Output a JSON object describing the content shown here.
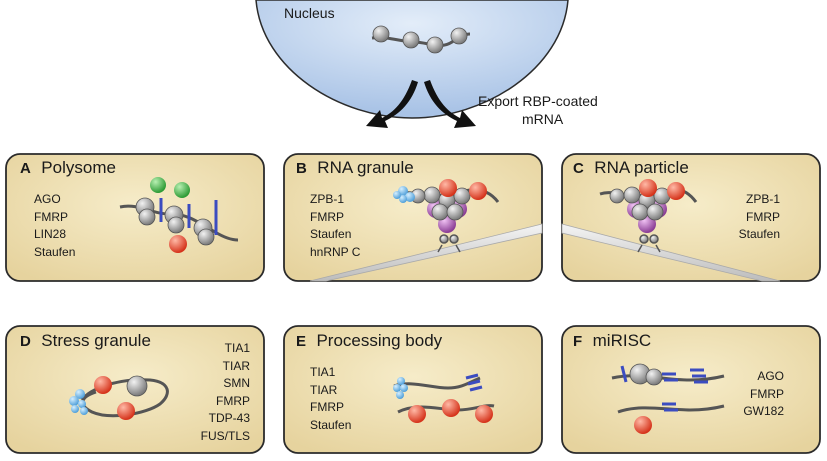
{
  "nucleus": {
    "label": "Nucleus"
  },
  "export": {
    "label_line1": "Export RBP-coated",
    "label_line2": "mRNA"
  },
  "panels": [
    {
      "letter": "A",
      "title": "Polysome",
      "proteins": [
        "AGO",
        "FMRP",
        "LIN28",
        "Staufen"
      ]
    },
    {
      "letter": "B",
      "title": "RNA granule",
      "proteins": [
        "ZPB-1",
        "FMRP",
        "Staufen",
        "hnRNP C"
      ]
    },
    {
      "letter": "C",
      "title": "RNA particle",
      "proteins": [
        "ZPB-1",
        "FMRP",
        "Staufen"
      ]
    },
    {
      "letter": "D",
      "title": "Stress granule",
      "proteins": [
        "TIA1",
        "TIAR",
        "SMN",
        "FMRP",
        "TDP-43",
        "FUS/TLS"
      ]
    },
    {
      "letter": "E",
      "title": "Processing body",
      "proteins": [
        "TIA1",
        "TIAR",
        "FMRP",
        "Staufen"
      ]
    },
    {
      "letter": "F",
      "title": "miRISC",
      "proteins": [
        "AGO",
        "FMRP",
        "GW182"
      ]
    }
  ],
  "colors": {
    "panel_fill": "#efe1b5",
    "panel_border": "#2b2b2b",
    "nucleus_fill": "#bcd2ec",
    "ribosome_gray": "#a8a8a8",
    "red_protein": "#e8452c",
    "green_protein": "#3fb04a",
    "purple_protein": "#a74fb0",
    "cap_blue": "#5aa9e0",
    "mirna_blue": "#3b4cc0"
  }
}
